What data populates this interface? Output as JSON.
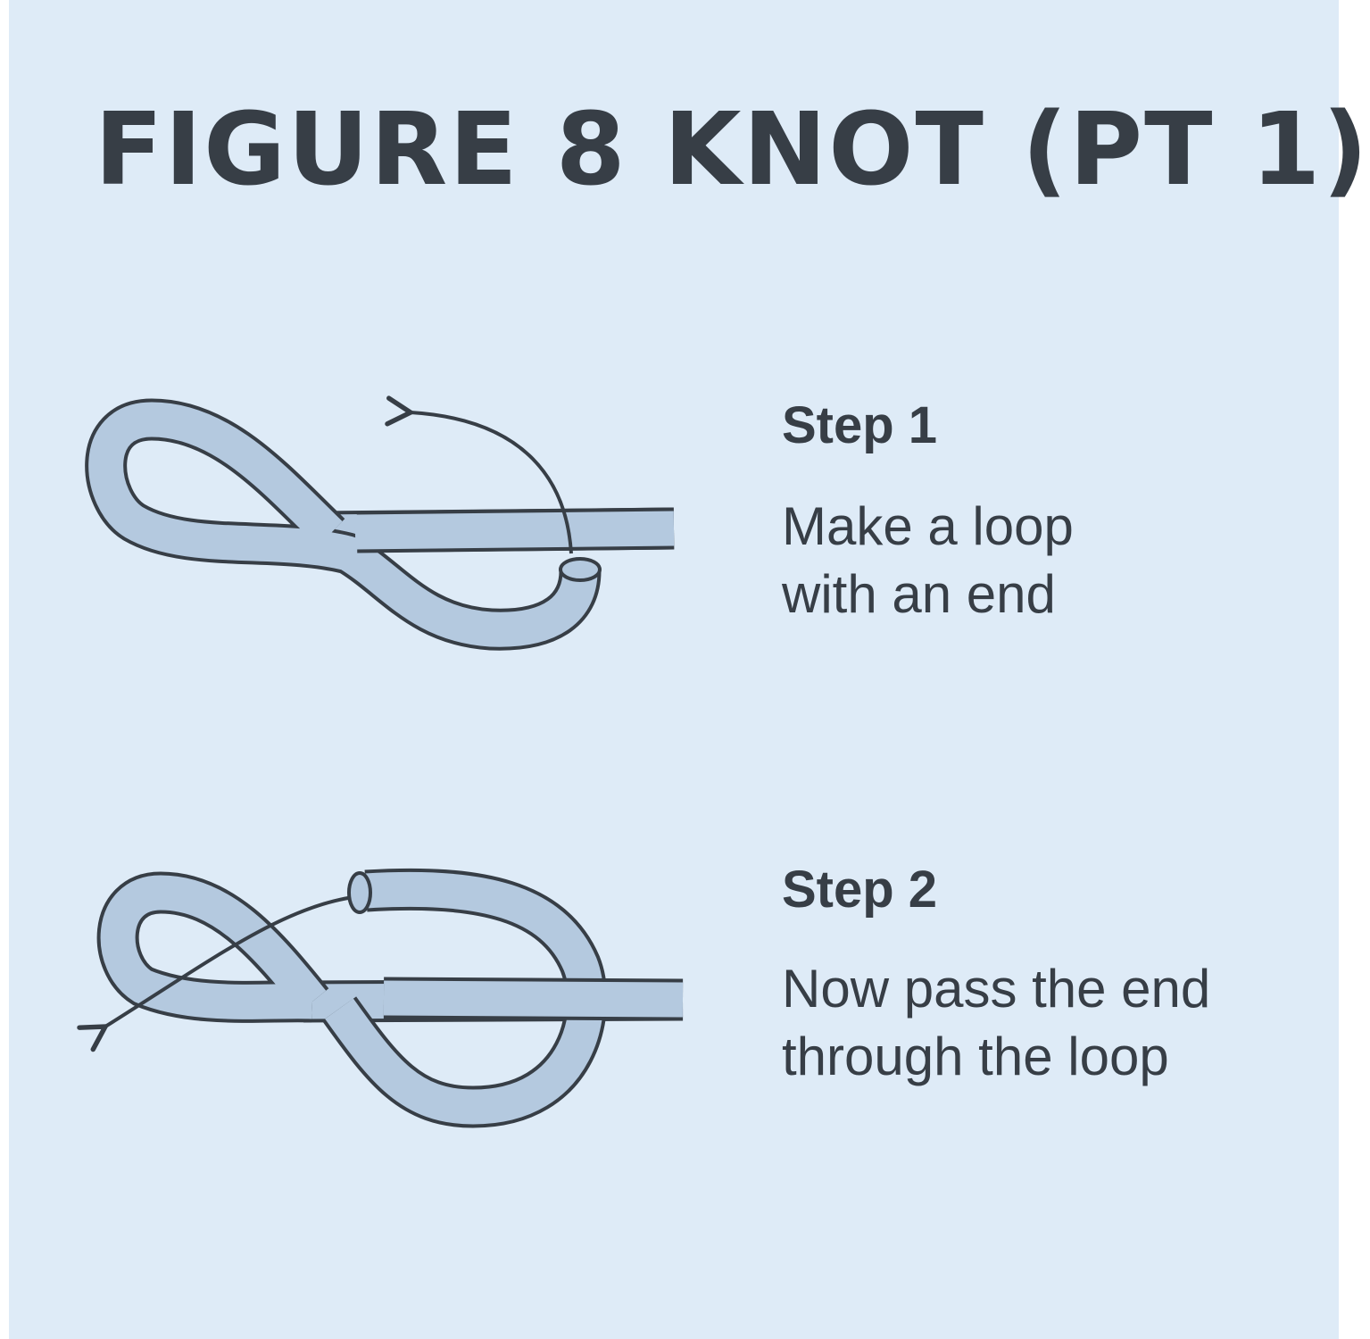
{
  "title": "FIGURE 8 KNOT (PT 1)",
  "colors": {
    "background": "#deebf7",
    "rope_fill": "#b4c9df",
    "ink": "#373e46"
  },
  "steps": [
    {
      "heading": "Step 1",
      "lines": [
        "Make a loop",
        "with an end"
      ],
      "illustration": "rope-loop-with-end"
    },
    {
      "heading": "Step 2",
      "lines": [
        "Now pass the end",
        "through the loop"
      ],
      "illustration": "rope-end-through-loop"
    }
  ]
}
